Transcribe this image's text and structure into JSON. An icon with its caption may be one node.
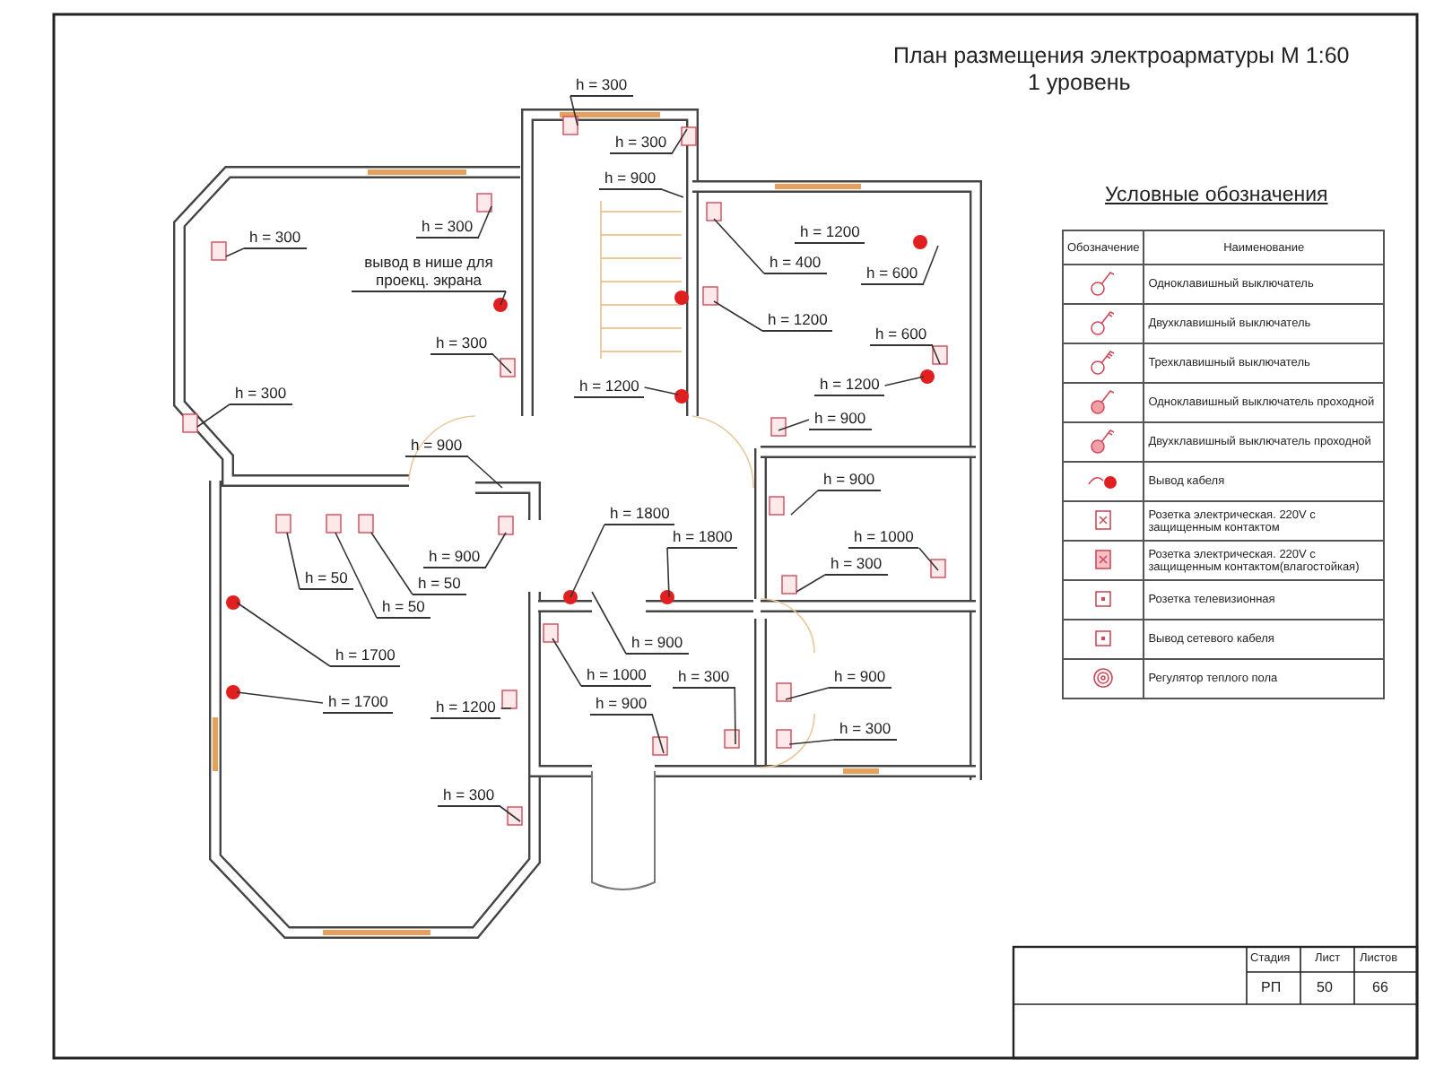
{
  "diagram": {
    "title": "План размещения электроарматуры  М 1:60",
    "nodes": [
      {
        "text": [
          "h = 300"
        ]
      },
      {
        "text": [
          "h = 300"
        ]
      },
      {
        "text": [
          "h = 900"
        ]
      },
      {
        "text": [
          "h = 300"
        ]
      },
      {
        "text": [
          "вывод в нише для проекц. экрана"
        ]
      },
      {
        "text": [
          "h = 300"
        ]
      },
      {
        "text": [
          "h = 300"
        ]
      },
      {
        "text": [
          "h = 300"
        ]
      },
      {
        "text": [
          "h = 1200"
        ]
      },
      {
        "text": [
          "h = 900"
        ]
      },
      {
        "text": [
          "h = 1200"
        ]
      },
      {
        "text": [
          "h = 400"
        ]
      },
      {
        "text": [
          "h = 600"
        ]
      },
      {
        "text": [
          "h = 1200"
        ]
      },
      {
        "text": [
          "h = 600"
        ]
      },
      {
        "text": [
          "h = 1200"
        ]
      },
      {
        "text": [
          "h = 900"
        ]
      },
      {
        "text": [
          "h = 50"
        ]
      },
      {
        "text": [
          "h = 900"
        ]
      },
      {
        "text": [
          "h = 50"
        ]
      },
      {
        "text": [
          "h = 50"
        ]
      },
      {
        "text": [
          "h = 1700"
        ]
      },
      {
        "text": [
          "h = 1700"
        ]
      },
      {
        "text": [
          "h = 1200"
        ]
      },
      {
        "text": [
          "h = 300"
        ]
      },
      {
        "text": [
          "h = 1800"
        ]
      },
      {
        "text": [
          "h = 1800"
        ]
      },
      {
        "text": [
          "h = 900"
        ]
      },
      {
        "text": [
          "h = 900"
        ]
      },
      {
        "text": [
          "h = 1000"
        ]
      },
      {
        "text": [
          "h = 300"
        ]
      },
      {
        "text": [
          "h = 1000"
        ]
      },
      {
        "text": [
          "h = 300"
        ]
      },
      {
        "text": [
          "h = 900"
        ]
      },
      {
        "text": [
          "h = 900"
        ]
      },
      {
        "text": [
          "h = 300"
        ]
      }
    ],
    "edges": [
      {
        "from": 0,
        "to": null,
        "arrow": "none"
      },
      {
        "from": 1,
        "to": null,
        "arrow": "none"
      },
      {
        "from": 2,
        "to": null,
        "arrow": "none"
      },
      {
        "from": 3,
        "to": null,
        "arrow": "none"
      },
      {
        "from": 4,
        "to": null,
        "arrow": "none"
      },
      {
        "from": 5,
        "to": null,
        "arrow": "none"
      },
      {
        "from": 6,
        "to": null,
        "arrow": "none"
      },
      {
        "from": 7,
        "to": null,
        "arrow": "none"
      },
      {
        "from": 8,
        "to": null,
        "arrow": "none"
      },
      {
        "from": 9,
        "to": null,
        "arrow": "none"
      },
      {
        "from": 11,
        "to": null,
        "arrow": "none"
      },
      {
        "from": 12,
        "to": null,
        "arrow": "none"
      },
      {
        "from": 13,
        "to": null,
        "arrow": "none"
      },
      {
        "from": 14,
        "to": null,
        "arrow": "none"
      },
      {
        "from": 15,
        "to": null,
        "arrow": "none"
      },
      {
        "from": 16,
        "to": null,
        "arrow": "none"
      },
      {
        "from": 17,
        "to": null,
        "arrow": "none"
      },
      {
        "from": 18,
        "to": null,
        "arrow": "none"
      },
      {
        "from": 19,
        "to": null,
        "arrow": "none"
      },
      {
        "from": 20,
        "to": null,
        "arrow": "none"
      },
      {
        "from": 21,
        "to": null,
        "arrow": "none"
      },
      {
        "from": 22,
        "to": null,
        "arrow": "none"
      },
      {
        "from": 23,
        "to": null,
        "arrow": "none"
      },
      {
        "from": 24,
        "to": null,
        "arrow": "none"
      },
      {
        "from": 25,
        "to": null,
        "arrow": "none"
      },
      {
        "from": 26,
        "to": null,
        "arrow": "none"
      },
      {
        "from": 27,
        "to": null,
        "arrow": "none"
      },
      {
        "from": 28,
        "to": null,
        "arrow": "none"
      },
      {
        "from": 29,
        "to": null,
        "arrow": "none"
      },
      {
        "from": 30,
        "to": null,
        "arrow": "none"
      },
      {
        "from": 31,
        "to": null,
        "arrow": "none"
      },
      {
        "from": 32,
        "to": null,
        "arrow": "none"
      },
      {
        "from": 33,
        "to": null,
        "arrow": "none"
      },
      {
        "from": 34,
        "to": null,
        "arrow": "none"
      },
      {
        "from": 35,
        "to": null,
        "arrow": "none"
      }
    ],
    "labels": [
      "1 уровень",
      "Условные обозначения",
      "Обозначение",
      "Наименование",
      "Стадия",
      "Лист",
      "Листов",
      "РП",
      "50",
      "66"
    ],
    "legend": [
      {
        "text": "Одноклавишный выключатель"
      },
      {
        "text": "Двухклавишный выключатель"
      },
      {
        "text": "Трехклавишный выключатель"
      },
      {
        "text": "Одноклавишный выключатель проходной"
      },
      {
        "text": "Двухклавишный выключатель проходной"
      },
      {
        "text": "Вывод кабеля"
      },
      {
        "text": "Розетка электрическая. 220V с защищенным контактом"
      },
      {
        "text": "Розетка электрическая. 220V с защищенным контактом(влагостойкая)"
      },
      {
        "text": "Розетка телевизионная"
      },
      {
        "text": "Вывод  сетевого кабеля"
      },
      {
        "text": "Регулятор теплого пола"
      }
    ]
  }
}
